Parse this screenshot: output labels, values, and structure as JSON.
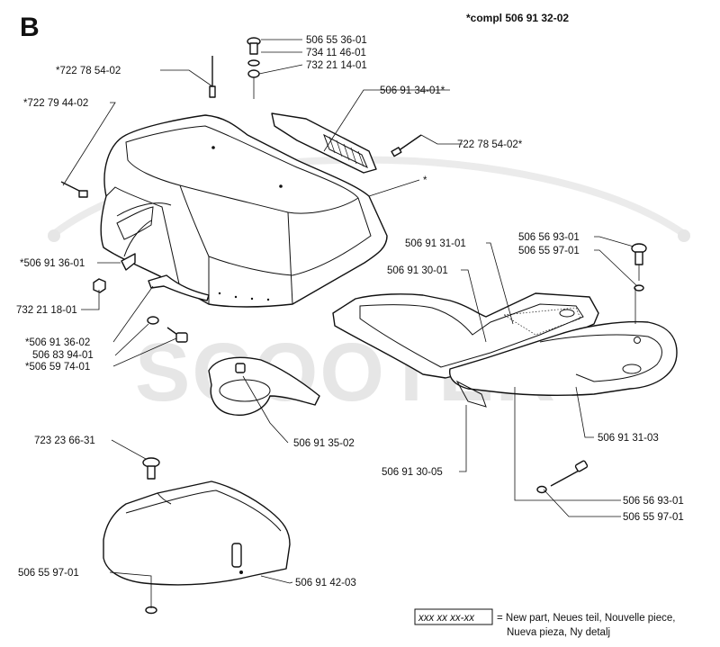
{
  "section_letter": "B",
  "header_note": "*compl 506 91 32-02",
  "watermark": "SCOOTER",
  "callouts": {
    "c1": "506 55 36-01",
    "c2": "734 11 46-01",
    "c3": "732 21 14-01",
    "c4": "*722 78 54-02",
    "c5": "*722 79 44-02",
    "c6": "506 91 34-01*",
    "c7": "722 78 54-02*",
    "c8": "*",
    "c9": "*506 91 36-01",
    "c10": "732 21 18-01",
    "c11": "*506 91 36-02",
    "c12": "506 83 94-01",
    "c13": "*506 59 74-01",
    "c14": "506 91 31-01",
    "c15": "506 91 30-01",
    "c16": "506 56 93-01",
    "c17": "506 55 97-01",
    "c18": "506 91 35-02",
    "c19": "506 91 31-03",
    "c20": "506 91 30-05",
    "c21": "723 23 66-31",
    "c22": "506 56 93-01",
    "c23": "506 55 97-01",
    "c24": "506 55 97-01",
    "c25": "506 91 42-03"
  },
  "legend": {
    "box_text": "xxx xx xx-xx",
    "line1": "= New part, Neues teil, Nouvelle piece,",
    "line2": "Nueva pieza, Ny detalj"
  }
}
